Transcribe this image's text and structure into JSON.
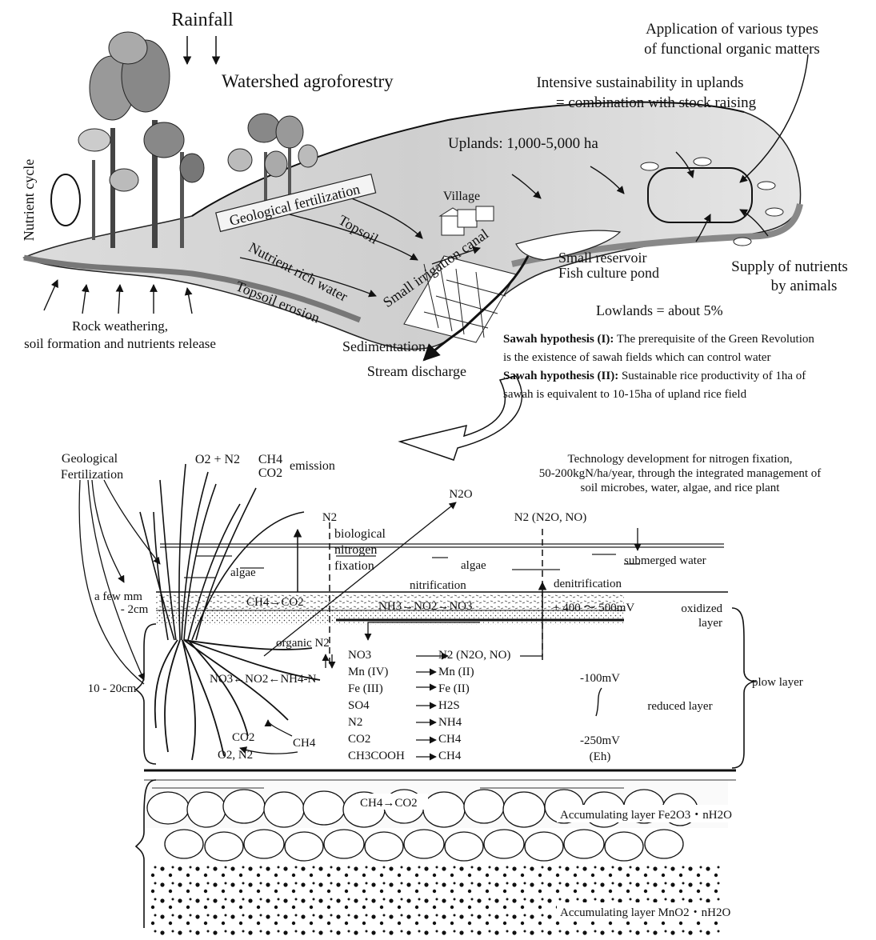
{
  "top": {
    "rainfall": "Rainfall",
    "watershed": "Watershed agroforestry",
    "application_1": "Application of various types",
    "application_2": "of functional organic matters",
    "intensive_1": "Intensive sustainability in uplands",
    "intensive_2": "= combination with stock raising",
    "uplands": "Uplands: 1,000-5,000 ha",
    "nutrient_cycle": "Nutrient cycle",
    "geological_fertilization": "Geological fertilization",
    "village": "Village",
    "topsoil": "Topsoil",
    "nutrient_rich_water": "Nutrient rich water",
    "small_irrigation_canal": "Small irrigation canal",
    "small_reservoir": "Small reservoir",
    "fish_pond": "Fish culture pond",
    "supply_1": "Supply of nutrients",
    "supply_2": "by animals",
    "lowlands": "Lowlands = about 5%",
    "topsoil_erosion": "Topsoil erosion",
    "rock_1": "Rock weathering,",
    "rock_2": "soil formation and nutrients release",
    "sedimentation": "Sedimentation",
    "stream_discharge": "Stream discharge",
    "hyp1_bold": "Sawah hypothesis (I):",
    "hyp1_text_a": " The prerequisite of the Green Revolution",
    "hyp1_text_b": "is the existence of sawah fields which can control water",
    "hyp2_bold": "Sawah hypothesis (II):",
    "hyp2_text_a": " Sustainable rice productivity of 1ha of",
    "hyp2_text_b": "sawah is equivalent to 10-15ha of upland rice field"
  },
  "bottom": {
    "geo_fert_1": "Geological",
    "geo_fert_2": "Fertilization",
    "o2_n2": "O2 + N2",
    "ch4_top": "CH4",
    "co2_top": "CO2",
    "emission": "emission",
    "tech_1": "Technology development for nitrogen fixation,",
    "tech_2": "50-200kgN/ha/year, through the integrated management of",
    "tech_3": "soil microbes, water, algae, and rice plant",
    "n2o": "N2O",
    "n2_left": "N2",
    "n2_right": "N2 (N2O, NO)",
    "bio_1": "biological",
    "bio_2": "nitrogen",
    "bio_3": "fixation",
    "algae_left": "algae",
    "algae_right": "algae",
    "submerged": "submerged water",
    "nitrification": "nitrification",
    "denitrification": "denitrification",
    "few_mm_1": "a few mm",
    "few_mm_2": "- 2cm",
    "ch4_co2_mid": "CH4→CO2",
    "nh3_chain": "NH3→NO2→NO3",
    "redox_oxidized": "+ 400 ～ 500mV",
    "oxidized_1": "oxidized",
    "oxidized_2": "layer",
    "organic_n2": "organic N2",
    "no3_chain": "NO3←NO2←NH4-N",
    "depth": "10 - 20cm",
    "reactions_left": [
      "NO3",
      "Mn (IV)",
      "Fe (III)",
      "SO4",
      "N2",
      "CO2",
      "CH3COOH"
    ],
    "reactions_right": [
      "N2 (N2O, NO)",
      "Mn (II)",
      "Fe (II)",
      "H2S",
      "NH4",
      "CH4",
      "CH4"
    ],
    "mv_100": "-100mV",
    "mv_250": "-250mV",
    "eh": "(Eh)",
    "reduced_layer": "reduced layer",
    "plow_layer": "plow layer",
    "co2_root": "CO2",
    "ch4_root": "CH4",
    "o2_n2_root": "O2, N2",
    "ch4_co2_deep": "CH4→CO2",
    "accum_fe": "Accumulating layer Fe2O3・nH2O",
    "accum_mn": "Accumulating layer MnO2・nH2O"
  }
}
